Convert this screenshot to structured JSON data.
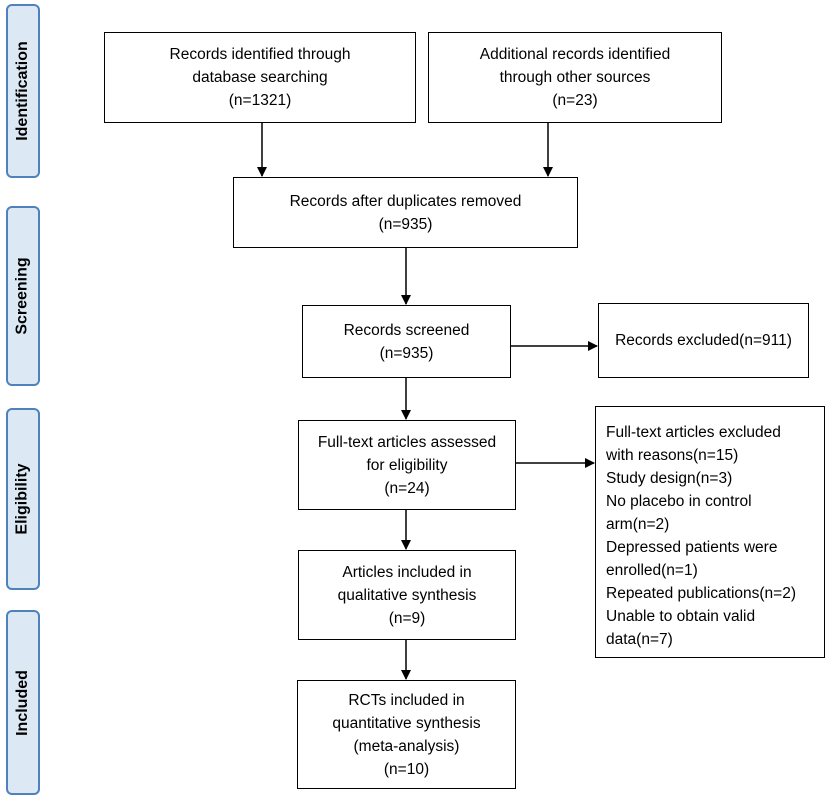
{
  "phases": {
    "identification": "Identification",
    "screening": "Screening",
    "eligibility": "Eligibility",
    "included": "Included"
  },
  "boxes": {
    "db_records": [
      "Records identified through",
      "database searching",
      "(n=1321)"
    ],
    "other_records": [
      "Additional records identified",
      "through other sources",
      "(n=23)"
    ],
    "dup_removed": [
      "Records after duplicates removed",
      "(n=935)"
    ],
    "screened": [
      "Records screened",
      "(n=935)"
    ],
    "excluded": [
      "Records excluded(n=911)"
    ],
    "fulltext": [
      "Full-text articles assessed",
      "for eligibility",
      "(n=24)"
    ],
    "fulltext_excluded_head": [
      "Full-text articles excluded",
      "with reasons(n=15)"
    ],
    "fulltext_excluded_reasons": [
      "Study design(n=3)",
      "No placebo in control",
      "arm(n=2)",
      "Depressed patients were",
      "enrolled(n=1)",
      "Repeated publications(n=2)",
      "Unable to obtain valid",
      "data(n=7)"
    ],
    "qualitative": [
      "Articles included in",
      "qualitative synthesis",
      "(n=9)"
    ],
    "quantitative": [
      "RCTs included in",
      "quantitative synthesis",
      "(meta-analysis)",
      "(n=10)"
    ]
  }
}
